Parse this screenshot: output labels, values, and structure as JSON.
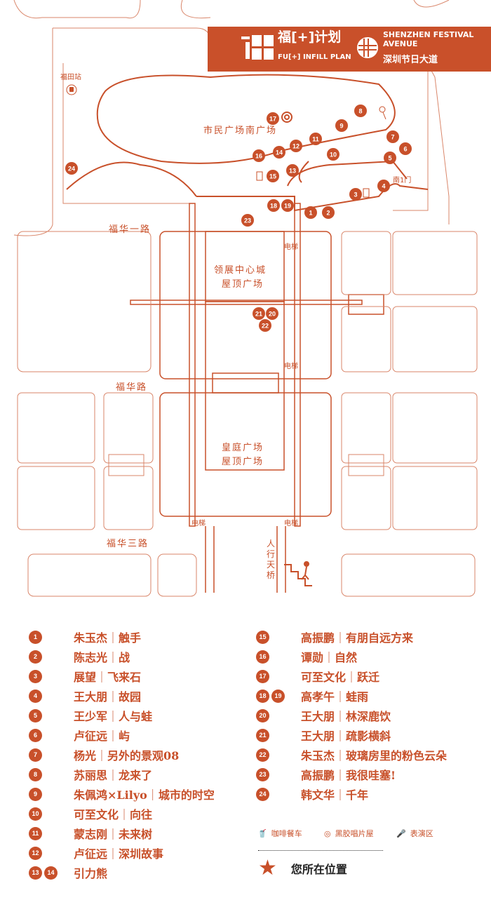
{
  "brand": {
    "title_cn": "福[+]计划",
    "title_en": "FU[+] INFILL PLAN",
    "partner_en": "SHENZHEN FESTIVAL AVENUE",
    "partner_cn": "深圳节日大道"
  },
  "colors": {
    "accent": "#c8502a"
  },
  "map": {
    "labels": {
      "station": "福田站",
      "south_plaza": "市民广场南广场",
      "south_gate": "南1门",
      "road1": "福华一路",
      "road2": "福华路",
      "road3": "福华三路",
      "elevator": "电梯",
      "mall1_l1": "领展中心城",
      "mall1_l2": "屋顶广场",
      "mall2_l1": "皇庭广场",
      "mall2_l2": "屋顶广场",
      "bridge": "人行天桥"
    },
    "markers": [
      "1",
      "2",
      "3",
      "4",
      "5",
      "6",
      "7",
      "8",
      "9",
      "10",
      "11",
      "12",
      "13",
      "14",
      "15",
      "16",
      "17",
      "18",
      "19",
      "20",
      "21",
      "22",
      "23",
      "24"
    ]
  },
  "legend": {
    "items": [
      {
        "nums": [
          "1"
        ],
        "artist": "朱玉杰",
        "work": "触手"
      },
      {
        "nums": [
          "2"
        ],
        "artist": "陈志光",
        "work": "战"
      },
      {
        "nums": [
          "3"
        ],
        "artist": "展望",
        "work": "飞来石"
      },
      {
        "nums": [
          "4"
        ],
        "artist": "王大朋",
        "work": "故园"
      },
      {
        "nums": [
          "5"
        ],
        "artist": "王少军",
        "work": "人与蛙"
      },
      {
        "nums": [
          "6"
        ],
        "artist": "卢征远",
        "work": "屿"
      },
      {
        "nums": [
          "7"
        ],
        "artist": "杨光",
        "work": "另外的景观08"
      },
      {
        "nums": [
          "8"
        ],
        "artist": "苏丽思",
        "work": "龙来了"
      },
      {
        "nums": [
          "9"
        ],
        "artist": "朱佩鸿×Lilyo",
        "work": "城市的时空"
      },
      {
        "nums": [
          "10"
        ],
        "artist": "可至文化",
        "work": "向往"
      },
      {
        "nums": [
          "11"
        ],
        "artist": "蒙志刚",
        "work": "未来树"
      },
      {
        "nums": [
          "12"
        ],
        "artist": "卢征远",
        "work": "深圳故事"
      },
      {
        "nums": [
          "13",
          "14"
        ],
        "artist": "引力熊",
        "work": ""
      },
      {
        "nums": [
          "15"
        ],
        "artist": "高振鹏",
        "work": "有朋自远方来"
      },
      {
        "nums": [
          "16"
        ],
        "artist": "谭勋",
        "work": "自然"
      },
      {
        "nums": [
          "17"
        ],
        "artist": "可至文化",
        "work": "跃迁"
      },
      {
        "nums": [
          "18",
          "19"
        ],
        "artist": "高孝午",
        "work": "蛙雨"
      },
      {
        "nums": [
          "20"
        ],
        "artist": "王大朋",
        "work": "林深鹿饮"
      },
      {
        "nums": [
          "21"
        ],
        "artist": "王大朋",
        "work": "疏影横斜"
      },
      {
        "nums": [
          "22"
        ],
        "artist": "朱玉杰",
        "work": "玻璃房里的粉色云朵"
      },
      {
        "nums": [
          "23"
        ],
        "artist": "高振鹏",
        "work": "我很哇塞!"
      },
      {
        "nums": [
          "24"
        ],
        "artist": "韩文华",
        "work": "千年"
      }
    ],
    "separator": "｜",
    "keys": {
      "cafe": "咖啡餐车",
      "vinyl": "黑胶唱片屋",
      "stage": "表演区",
      "you_are_here": "您所在位置"
    }
  }
}
